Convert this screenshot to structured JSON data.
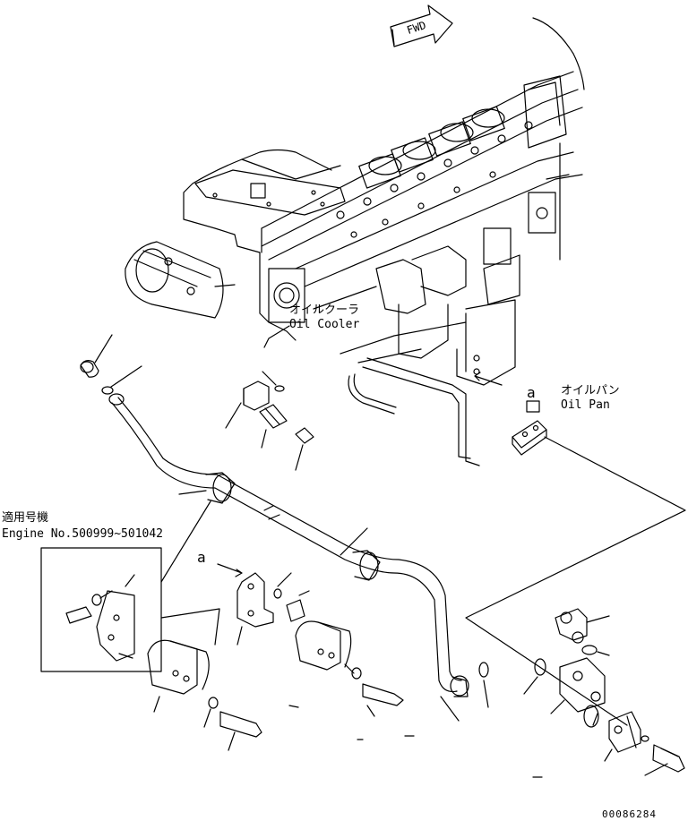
{
  "fwd_label": "FWD",
  "oil_cooler": {
    "jp": "オイルクーラ",
    "en": "Oil Cooler"
  },
  "oil_pan": {
    "jp": "オイルパン",
    "en": "Oil Pan"
  },
  "detail_marker_a": "a",
  "detail_marker_a2": "a",
  "applicability": {
    "jp": "適用号機",
    "en": "Engine No.500999~501042"
  },
  "drawing_number": "00086284",
  "colors": {
    "line": "#000000",
    "background": "#ffffff"
  }
}
